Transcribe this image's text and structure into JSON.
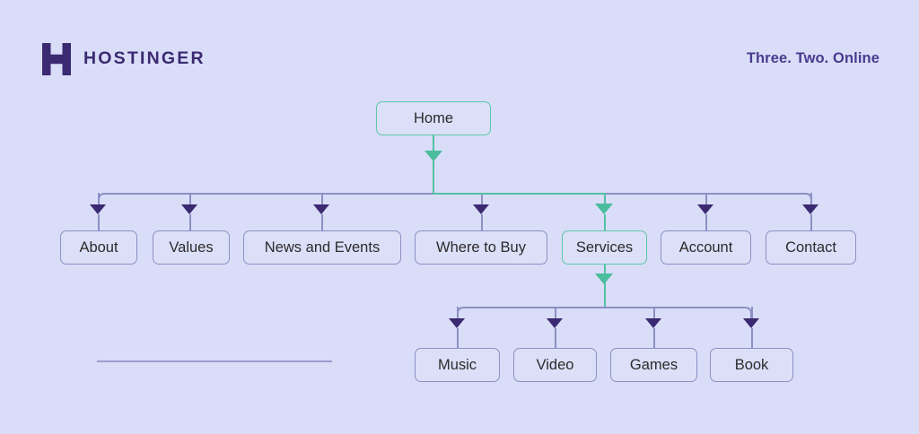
{
  "header": {
    "logo_icon": "hostinger-h-logo",
    "brand": "HOSTINGER",
    "tagline": "Three. Two. Online"
  },
  "colors": {
    "background": "#d9ddf8",
    "node_fill": "#dcdff8",
    "node_border": "#8e8fc4",
    "accent": "#53c2a3",
    "accent_border": "#5ec6a8",
    "arrow": "#3b2a71",
    "brand_text": "#3b2a71",
    "tagline_text": "#4a3a8e",
    "node_text": "#2b2b2b",
    "divider": "#9b9ccb"
  },
  "sitemap": {
    "root": {
      "label": "Home",
      "highlighted": true
    },
    "level1": [
      {
        "label": "About",
        "highlighted": false
      },
      {
        "label": "Values",
        "highlighted": false
      },
      {
        "label": "News and Events",
        "highlighted": false
      },
      {
        "label": "Where to Buy",
        "highlighted": false
      },
      {
        "label": "Services",
        "highlighted": true
      },
      {
        "label": "Account",
        "highlighted": false
      },
      {
        "label": "Contact",
        "highlighted": false
      }
    ],
    "level2_parent": "Services",
    "level2": [
      {
        "label": "Music",
        "highlighted": false
      },
      {
        "label": "Video",
        "highlighted": false
      },
      {
        "label": "Games",
        "highlighted": false
      },
      {
        "label": "Book",
        "highlighted": false
      }
    ]
  }
}
